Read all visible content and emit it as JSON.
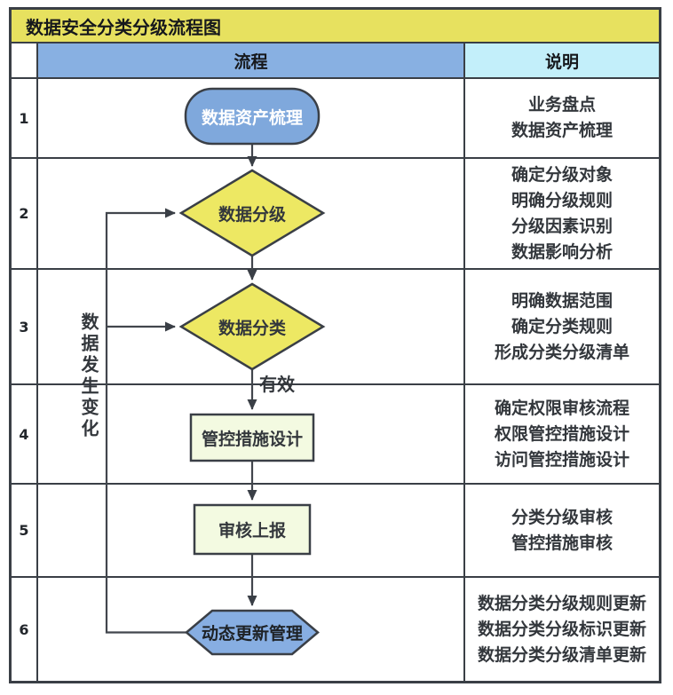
{
  "title": "数据安全分类分级流程图",
  "columns": {
    "process": "流程",
    "description": "说明"
  },
  "feedback_label": "数据发生变化",
  "valid_label": "有效",
  "colors": {
    "title_bg": "#e7e15f",
    "process_header_bg": "#88b0e2",
    "desc_header_bg": "#c3effa",
    "shape_blue": "#7fa8dc",
    "hexagon_blue": "#87aee2",
    "shape_yellow": "#ede863",
    "shape_light": "#f3fae1",
    "line": "#3a3f46"
  },
  "rows": [
    {
      "num": "1",
      "shape": "stadium",
      "label": "数据资产梳理",
      "desc": [
        "业务盘点",
        "数据资产梳理"
      ]
    },
    {
      "num": "2",
      "shape": "diamond",
      "label": "数据分级",
      "desc": [
        "确定分级对象",
        "明确分级规则",
        "分级因素识别",
        "数据影响分析"
      ]
    },
    {
      "num": "3",
      "shape": "diamond",
      "label": "数据分类",
      "desc": [
        "明确数据范围",
        "确定分类规则",
        "形成分类分级清单"
      ]
    },
    {
      "num": "4",
      "shape": "rect",
      "label": "管控措施设计",
      "desc": [
        "确定权限审核流程",
        "权限管控措施设计",
        "访问管控措施设计"
      ]
    },
    {
      "num": "5",
      "shape": "rect",
      "label": "审核上报",
      "desc": [
        "分类分级审核",
        "管控措施审核"
      ]
    },
    {
      "num": "6",
      "shape": "hexagon",
      "label": "动态更新管理",
      "desc": [
        "数据分类分级规则更新",
        "数据分类分级标识更新",
        "数据分类分级清单更新"
      ]
    }
  ]
}
